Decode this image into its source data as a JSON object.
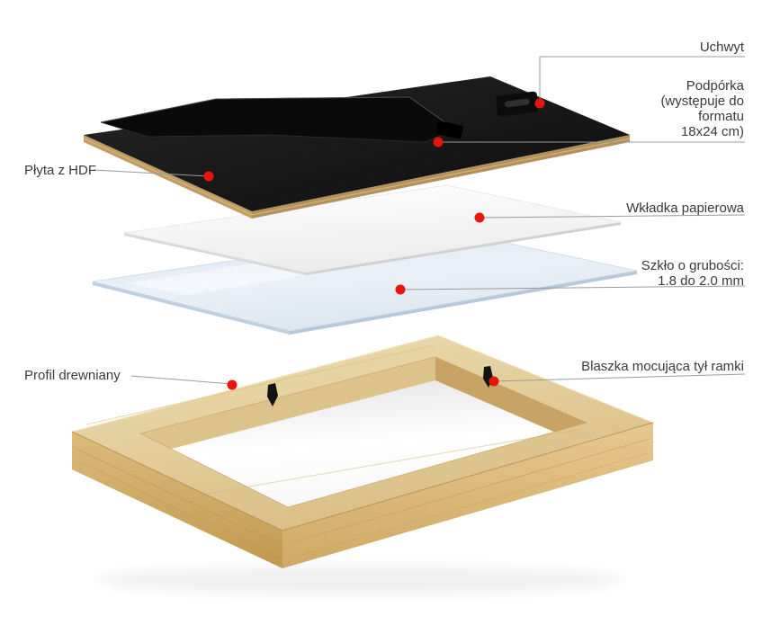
{
  "diagram": {
    "title": "Exploded view of wooden picture frame",
    "labels": {
      "uchwyt": "Uchwyt",
      "podporka": [
        "Podpórka",
        "(występuje do",
        "formatu",
        "18x24 cm)"
      ],
      "plyta": "Płyta z HDF",
      "wkladka": "Wkładka papierowa",
      "szklo": [
        "Szkło o grubości:",
        "1.8 do 2.0 mm"
      ],
      "profil": "Profil drewniany",
      "blaszka": "Blaszka mocująca tył ramki"
    },
    "colors": {
      "marker": "#e8150b",
      "leader_line": "#9b9b9b",
      "text": "#3a3a3a",
      "board_black": "#141414",
      "ply_edge": "#c29c63",
      "paper_white": "#ffffff",
      "glass_blue": "#dde8f3",
      "wood_light": "#eedfb4",
      "wood_dark": "#c29c58"
    }
  }
}
